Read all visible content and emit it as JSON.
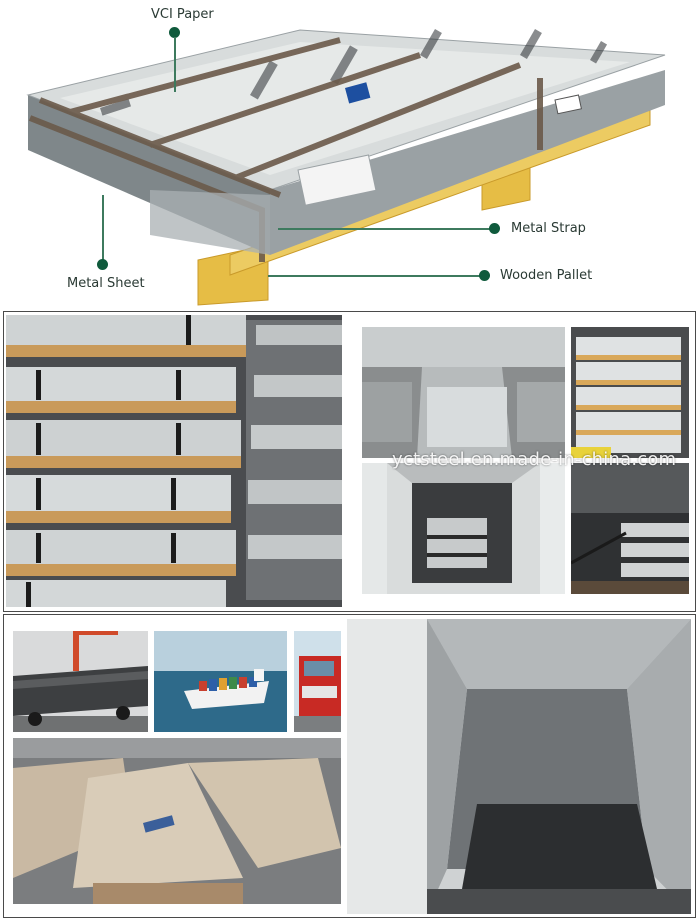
{
  "diagram": {
    "callouts": {
      "vci_paper": "VCI Paper",
      "metal_strap": "Metal Strap",
      "wooden_pallet": "Wooden Pallet",
      "metal_sheet": "Metal Sheet"
    },
    "colors": {
      "callout_dot": "#0f5a3c",
      "pallet_wood": "#e8c04a",
      "steel": "#8c9396",
      "strap": "#6b5a4a"
    }
  },
  "watermark": "yctsteel.en.made-in-china.com",
  "photos": {
    "panel_2": [
      "stacked-steel-sheets-on-wooden-skids",
      "warehouse-steel-coils-and-sheets",
      "stacked-packaged-steel-bundles",
      "steel-sheets-loaded-in-container",
      "steel-sheets-strapped-in-container"
    ],
    "panel_3": [
      "steel-plates-on-truck-with-crane",
      "container-ship-at-sea",
      "red-truck",
      "packaged-steel-sheets-in-warehouse",
      "steel-plates-inside-container"
    ]
  }
}
